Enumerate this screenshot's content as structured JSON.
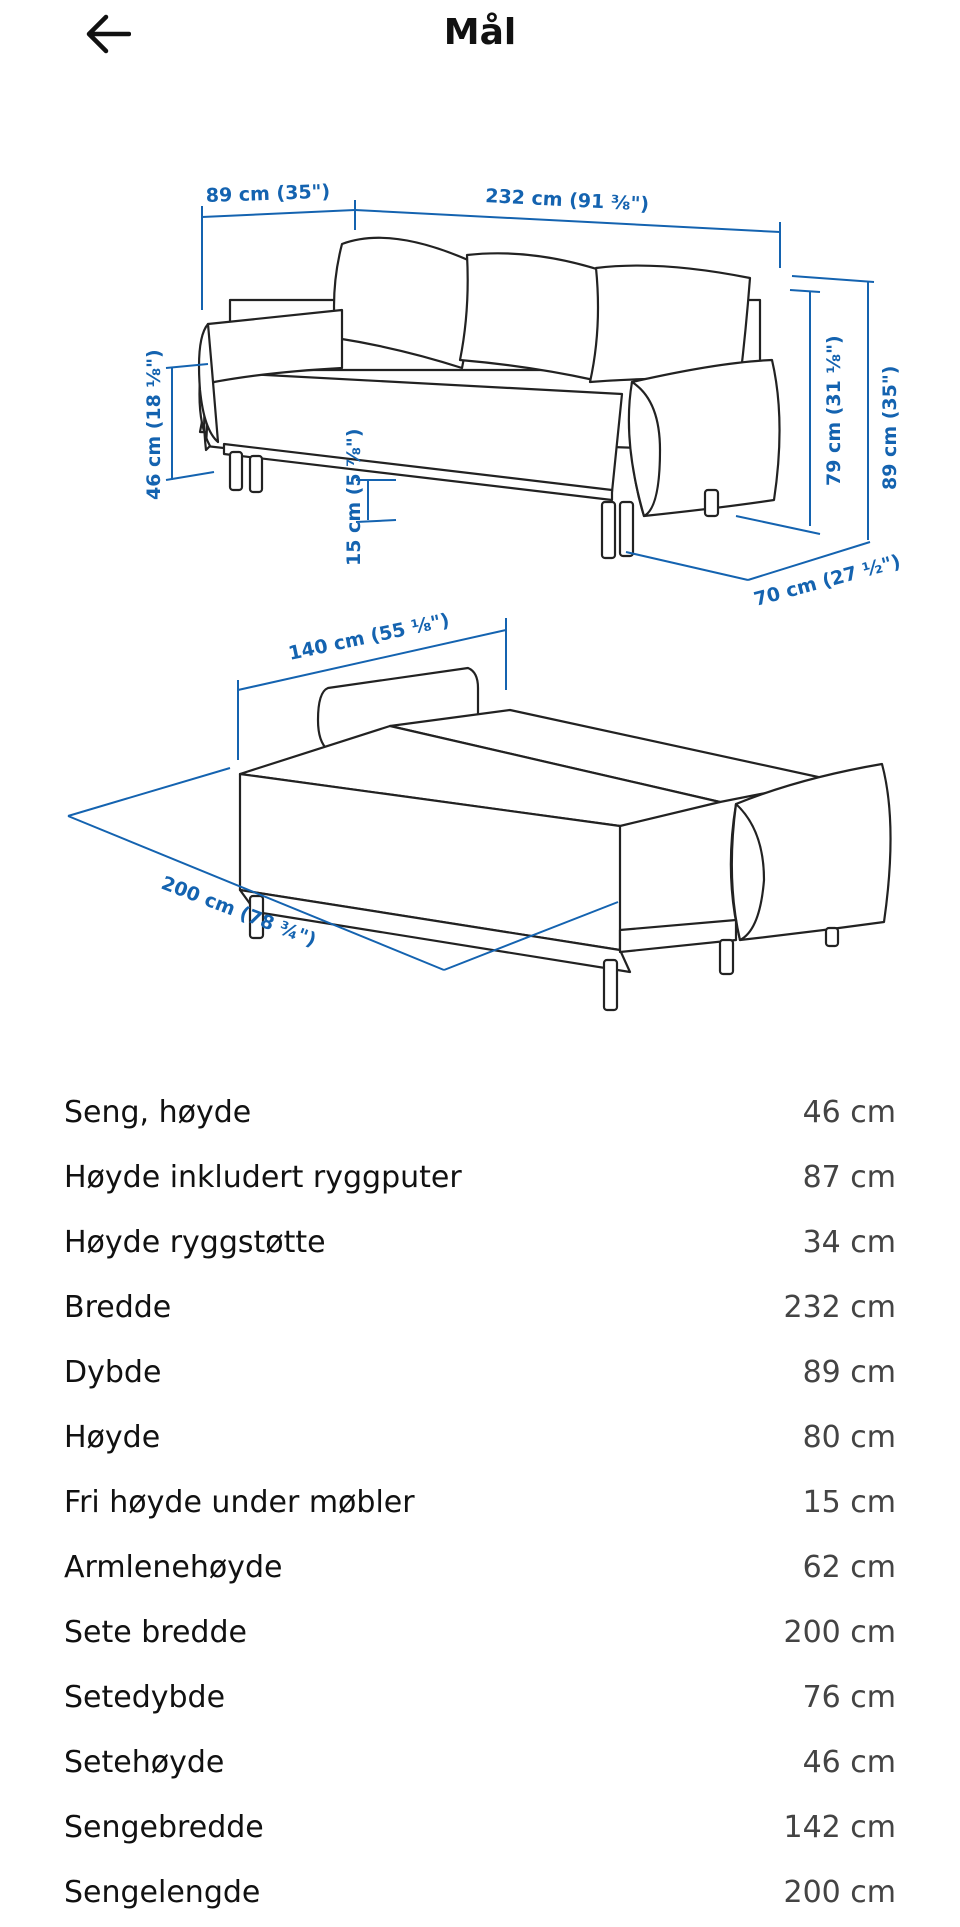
{
  "header": {
    "title": "Mål",
    "back_icon": "arrow-left-icon"
  },
  "illustration": {
    "sofa_labels": {
      "armrest_width": "89 cm (35\")",
      "total_width": "232 cm (91 ⅜\")",
      "seat_height": "46 cm (18 ⅛\")",
      "floor_clearance": "15 cm (5 ⅞\")",
      "back_height": "79 cm (31 ⅛\")",
      "total_height": "89 cm (35\")",
      "depth": "70 cm (27 ½\")"
    },
    "bed_labels": {
      "bed_width": "140 cm (55 ⅛\")",
      "bed_length": "200 cm (78 ¾\")"
    },
    "line_color": "#1463b0"
  },
  "specs": [
    {
      "label": "Seng, høyde",
      "value": "46 cm"
    },
    {
      "label": "Høyde inkludert ryggputer",
      "value": "87 cm"
    },
    {
      "label": "Høyde ryggstøtte",
      "value": "34 cm"
    },
    {
      "label": "Bredde",
      "value": "232 cm"
    },
    {
      "label": "Dybde",
      "value": "89 cm"
    },
    {
      "label": "Høyde",
      "value": "80 cm"
    },
    {
      "label": "Fri høyde under møbler",
      "value": "15 cm"
    },
    {
      "label": "Armlenehøyde",
      "value": "62 cm"
    },
    {
      "label": "Sete bredde",
      "value": "200 cm"
    },
    {
      "label": "Setedybde",
      "value": "76 cm"
    },
    {
      "label": "Setehøyde",
      "value": "46 cm"
    },
    {
      "label": "Sengebredde",
      "value": "142 cm"
    },
    {
      "label": "Sengelengde",
      "value": "200 cm"
    }
  ]
}
